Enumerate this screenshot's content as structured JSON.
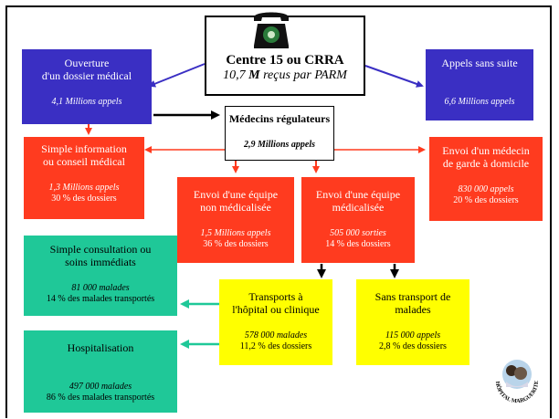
{
  "center": {
    "title": "Centre 15 ou CRRA",
    "subtitle_num": "10,7 ",
    "subtitle_m": "M",
    "subtitle_rest": " reçus par PARM"
  },
  "dossier": {
    "line1": "Ouverture",
    "line2": "d'un dossier médical",
    "stat": "4,1 Millions appels"
  },
  "sans_suite": {
    "label": "Appels sans suite",
    "stat": "6,6 Millions appels"
  },
  "regulateurs": {
    "label": "Médecins régulateurs",
    "stat": "2,9 Millions appels"
  },
  "simple_info": {
    "line1": "Simple information",
    "line2": "ou conseil médical",
    "stat": "1,3 Millions appels",
    "pct": "30 % des dossiers"
  },
  "envoi_medecin": {
    "line1": "Envoi d'un médecin",
    "line2": "de garde à domicile",
    "stat": "830 000 appels",
    "pct": "20 % des dossiers"
  },
  "non_medicalisee": {
    "line1": "Envoi d'une équipe",
    "line2": "non médicalisée",
    "stat": "1,5 Millions appels",
    "pct": "36 % des dossiers"
  },
  "medicalisee": {
    "line1": "Envoi d'une équipe",
    "line2": "médicalisée",
    "stat": "505 000 sorties",
    "pct": "14 % des dossiers"
  },
  "consultation": {
    "line1": "Simple consultation ou",
    "line2": "soins immédiats",
    "stat": "81 000 malades",
    "pct": "14 % des malades transportés"
  },
  "transports": {
    "line1": "Transports à",
    "line2": "l'hôpital ou clinique",
    "stat": "578 000 malades",
    "pct": "11,2 % des dossiers"
  },
  "sans_transport": {
    "line1": "Sans transport de",
    "line2": "malades",
    "stat": "115 000 appels",
    "pct": "2,8 % des dossiers"
  },
  "hospitalisation": {
    "label": "Hospitalisation",
    "stat": "497 000 malades",
    "pct": "86 % des malades transportés"
  },
  "logo": {
    "text": "HÔPITAL MARGUERITE-MARIE"
  },
  "colors": {
    "blue": "#3a2fc3",
    "red": "#ff3b1f",
    "green": "#1fc898",
    "yellow": "#ffff00",
    "arrow_blue": "#3a2fc3",
    "arrow_red": "#ff3b1f",
    "arrow_teal": "#1fc898",
    "arrow_black": "#000000"
  },
  "icons": {
    "phone": "telephone-icon",
    "logo": "hospital-logo-icon"
  }
}
